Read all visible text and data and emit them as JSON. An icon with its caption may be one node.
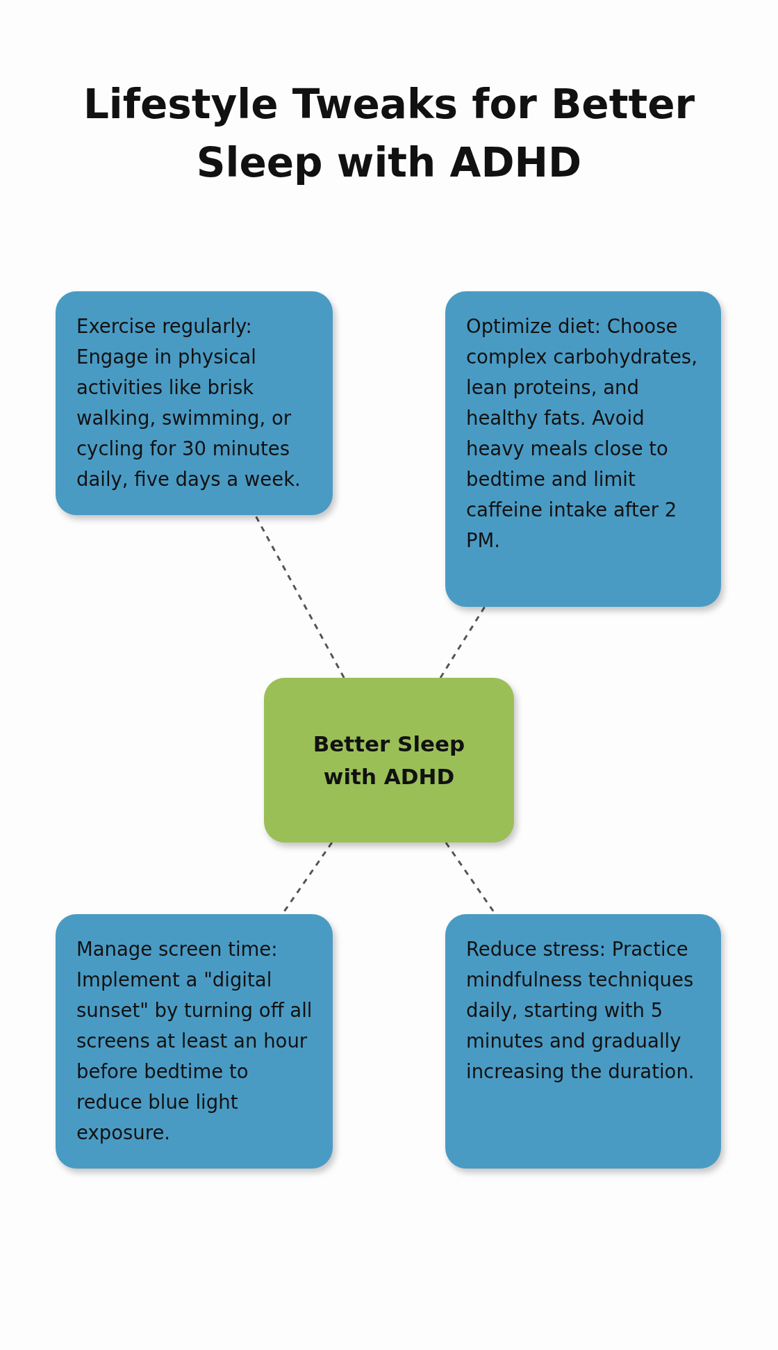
{
  "diagram": {
    "title": "Lifestyle Tweaks for Better Sleep with ADHD",
    "nodes": [
      {
        "text": [
          "Exercise regularly: Engage in physical activities like brisk walking, swimming, or cycling for 30 minutes daily, five days a week."
        ]
      },
      {
        "text": [
          "Optimize diet: Choose complex carbohydrates, lean proteins, and healthy fats. Avoid heavy meals close to bedtime and limit caffeine intake after 2 PM."
        ]
      },
      {
        "text": [
          "Better Sleep with ADHD"
        ]
      },
      {
        "text": [
          "Manage screen time: Implement a \"digital sunset\" by turning off all screens at least an hour before bedtime to reduce blue light exposure."
        ]
      },
      {
        "text": [
          "Reduce stress: Practice mindfulness techniques daily, starting with 5 minutes and gradually increasing the duration."
        ]
      }
    ],
    "edges": [
      {
        "from": 2,
        "to": 0,
        "arrow": "none",
        "style": "dashed"
      },
      {
        "from": 2,
        "to": 1,
        "arrow": "none",
        "style": "dashed"
      },
      {
        "from": 2,
        "to": 3,
        "arrow": "none",
        "style": "dashed"
      },
      {
        "from": 2,
        "to": 4,
        "arrow": "none",
        "style": "dashed"
      }
    ]
  }
}
